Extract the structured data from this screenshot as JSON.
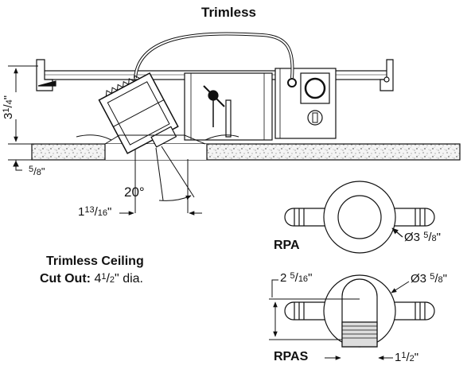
{
  "title": "Trimless",
  "dimensions": {
    "height": {
      "whole": "3",
      "num": "1",
      "den": "4"
    },
    "ceiling_thickness": {
      "num": "5",
      "den": "8"
    },
    "tilt_angle": "20°",
    "offset": {
      "whole": "1",
      "num": "13",
      "den": "16"
    }
  },
  "rpa": {
    "label": "RPA",
    "diameter": {
      "prefix": "Ø3",
      "num": "5",
      "den": "8"
    }
  },
  "rpas": {
    "label": "RPAS",
    "height": {
      "whole": "2",
      "num": "5",
      "den": "16"
    },
    "diameter": {
      "prefix": "Ø3",
      "num": "5",
      "den": "8"
    },
    "width": {
      "whole": "1",
      "num": "1",
      "den": "2"
    }
  },
  "ceiling_cutout": {
    "line1": "Trimless Ceiling",
    "line2_bold": "Cut Out:",
    "line2_whole": "4",
    "line2_num": "1",
    "line2_den": "2",
    "line2_rest": "dia."
  },
  "inch_mark": "\""
}
